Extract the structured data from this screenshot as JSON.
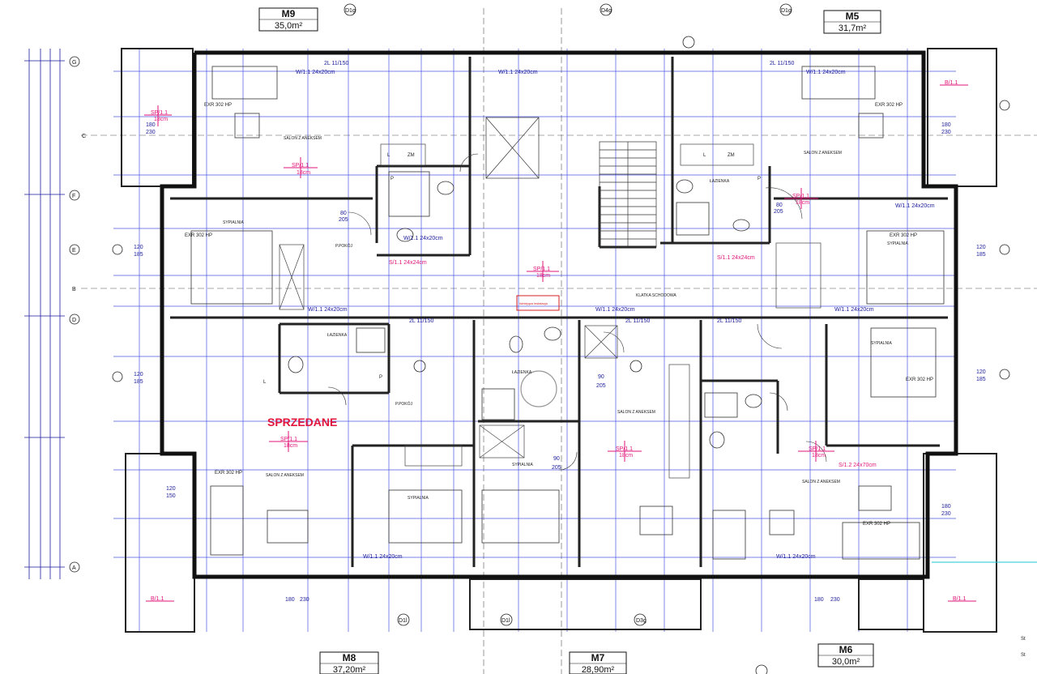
{
  "apartments": [
    {
      "code": "M9",
      "area": "35,0m²"
    },
    {
      "code": "M5",
      "area": "31,7m²"
    },
    {
      "code": "M8",
      "area": "37,20m²"
    },
    {
      "code": "M7",
      "area": "28,90m²"
    },
    {
      "code": "M6",
      "area": "30,0m²"
    }
  ],
  "sold_label": "SPRZEDANE",
  "rooms": {
    "salon_m9": "SALON Z ANEKSEM",
    "salon_m5": "SALON Z ANEKSEM",
    "salon_m8": "SALON Z ANEKSEM",
    "salon_m7": "SALON Z ANEKSEM",
    "salon_m6": "SALON Z ANEKSEM",
    "sypialnia": "SYPIALNIA",
    "lazienka": "ŁAZIENKA",
    "pokoj": "P.POKÓJ",
    "klatka": "KLATKA SCHODOWA"
  },
  "grid_letters": [
    "G",
    "F",
    "E",
    "B",
    "D",
    "C",
    "A"
  ],
  "grid_numbers": [
    "D1g",
    "D4g",
    "D1g",
    "D3g",
    "D1l",
    "D1l"
  ],
  "markers": {
    "window_main": "W/1.1 24x20cm",
    "window_b": "W/1.1 24x20cm",
    "sp11": "SP/1.1",
    "sp11_sub": "18cm",
    "exr": "EXR 302 HP",
    "zm": "ZM",
    "l": "L",
    "p": "P",
    "s121": "S/1.2 24x70cm",
    "s11": "S/1.1 24x24cm",
    "dim_120": "120",
    "dim_185": "185",
    "dim_180": "180",
    "dim_230": "230",
    "dim_150": "150",
    "dim_90": "90",
    "dim_205": "205",
    "dim_80": "80",
    "dim_2l": "2L 11/150",
    "bl1": "B/1.1",
    "note_red": "Istniejąca instalacja",
    "st": "St"
  }
}
